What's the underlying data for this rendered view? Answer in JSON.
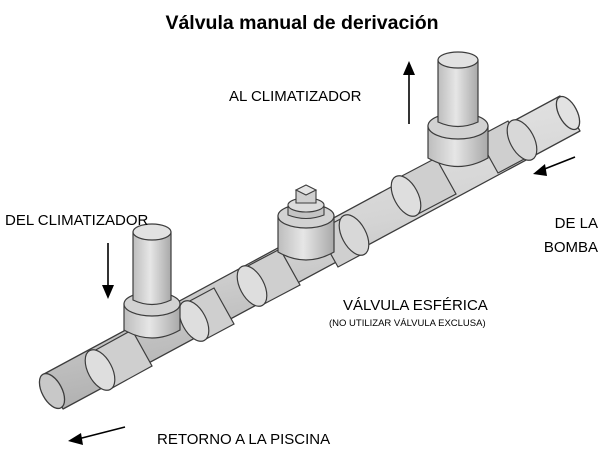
{
  "title": "Válvula manual de derivación",
  "labels": {
    "to_heater": "AL CLIMATIZADOR",
    "from_heater": "DEL CLIMATIZADOR",
    "from_pump_line1": "DE LA",
    "from_pump_line2": "BOMBA",
    "ball_valve": "VÁLVULA ESFÉRICA",
    "ball_valve_note": "(NO UTILIZAR VÁLVULA EXCLUSA)",
    "return_to_pool": "RETORNO A LA PISCINA"
  },
  "colors": {
    "pipe_light": "#dcdcdc",
    "pipe_mid": "#c8c8c8",
    "pipe_dark": "#a9a9a9",
    "outline": "#3c3c3c",
    "arrow": "#000000"
  }
}
